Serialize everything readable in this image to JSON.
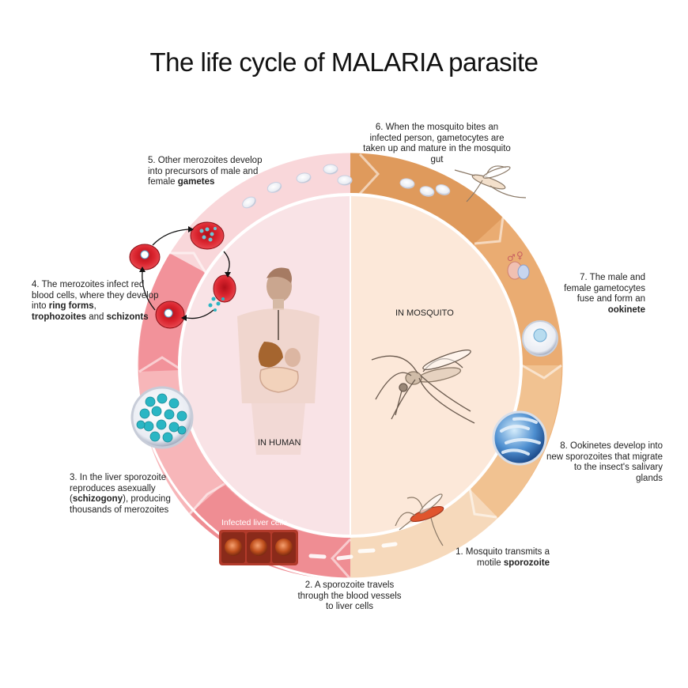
{
  "title": "The life cycle of MALARIA parasite",
  "zones": {
    "human": "IN HUMAN",
    "mosquito": "IN MOSQUITO"
  },
  "liver_label": "Infected liver cells",
  "steps": [
    {
      "pre": "1. Mosquito transmits a motile ",
      "bold": "sporozoite",
      "post": ""
    },
    {
      "pre": "2. A sporozoite travels through the blood vessels to liver cells",
      "bold": "",
      "post": ""
    },
    {
      "pre": "3. In the liver sporozoite reproduces asexually (",
      "bold": "schizogony",
      "post": "), producing thousands of merozoites"
    },
    {
      "pre": "4. The merozoites infect red blood cells, where they develop into ",
      "bold": "ring forms",
      "post": ","
    },
    {
      "pre": "5. Other merozoites develop into precursors of male and female ",
      "bold": "gametes",
      "post": ""
    },
    {
      "pre": "6. When the mosquito bites an infected person, gametocytes are taken up and mature in the mosquito gut",
      "bold": "",
      "post": ""
    },
    {
      "pre": "7. The male and female gametocytes fuse and form an ",
      "bold": "ookinete",
      "post": ""
    },
    {
      "pre": "8. Ookinetes develop into new sporozoites that migrate to the insect's salivary glands",
      "bold": "",
      "post": ""
    }
  ],
  "step4_extra": {
    "b1": "trophozoites",
    "mid": " and ",
    "b2": "schizonts"
  },
  "colors": {
    "human_ring": "#f3a9ad",
    "mosquito_ring": "#e6a565",
    "human_inner": "#f9e1e4",
    "mosquito_inner": "#fbe6d6",
    "rbc": "#d9232d"
  }
}
